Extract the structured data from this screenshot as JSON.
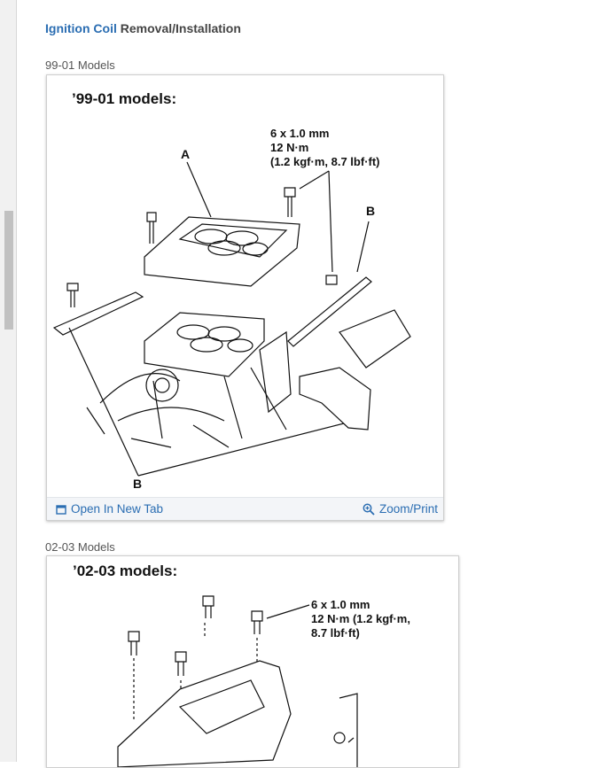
{
  "page": {
    "title_link": "Ignition Coil",
    "title_rest": "Removal/Installation"
  },
  "sections": [
    {
      "label": "99-01 Models",
      "figure": {
        "heading": "’99-01 models:",
        "callout_line1": "6 x 1.0 mm",
        "callout_line2": "12 N·m",
        "callout_line3": "(1.2 kgf·m, 8.7 lbf·ft)",
        "label_a": "A",
        "label_b_top": "B",
        "label_b_bottom": "B"
      },
      "toolbar": {
        "open_label": "Open In New Tab",
        "zoom_label": "Zoom/Print",
        "open_icon": "open-new-tab-icon",
        "zoom_icon": "zoom-icon"
      }
    },
    {
      "label": "02-03 Models",
      "figure": {
        "heading": "’02-03 models:",
        "callout_line1": "6 x 1.0 mm",
        "callout_line2": "12 N·m (1.2 kgf·m,",
        "callout_line3": "8.7 lbf·ft)"
      }
    }
  ]
}
